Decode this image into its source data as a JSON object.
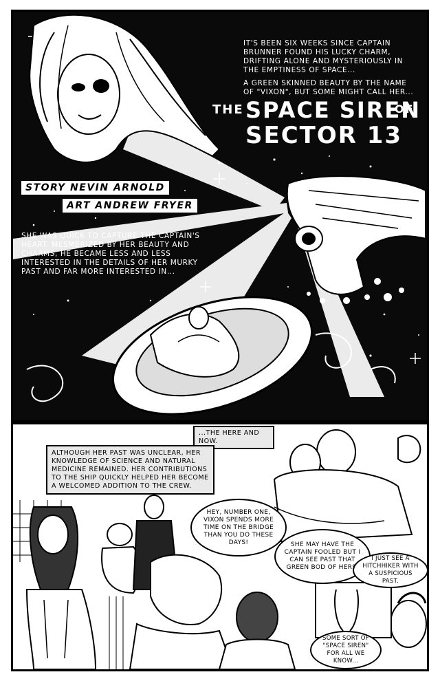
{
  "intro_caption": {
    "line1": "It's been six weeks since Captain Brunner found his lucky charm, drifting alone and mysteriously in the emptiness of space...",
    "line2": "A green skinned beauty by the name of \"Vixon\", but some might call her..."
  },
  "title": {
    "the": "THE",
    "main": "SPACE SIREN",
    "of": "OF",
    "sector": "SECTOR 13"
  },
  "credits": {
    "story": "Story Nevin Arnold",
    "art": "Art Andrew Fryer"
  },
  "captain_caption": "She was quick to capture the Captain's heart. Mesmerized by her beauty and charms, he became less and less interested in the details of her murky past and far more interested in...",
  "here_now_caption": "...The here and now.",
  "past_caption": "Although her past was unclear, her knowledge of science and natural medicine remained. Her contributions to the ship quickly helped her become a welcomed addition to the crew.",
  "balloons": {
    "number_one": "Hey, Number One, Vixon spends more time on the bridge than you do these days!",
    "fooled": "She may have the captain fooled but I can see past that green bod of hers.",
    "hitchhiker": "I just see a hitchhiker with a suspicious past.",
    "space_siren": "Some sort of \"space siren\" for all we know..."
  }
}
